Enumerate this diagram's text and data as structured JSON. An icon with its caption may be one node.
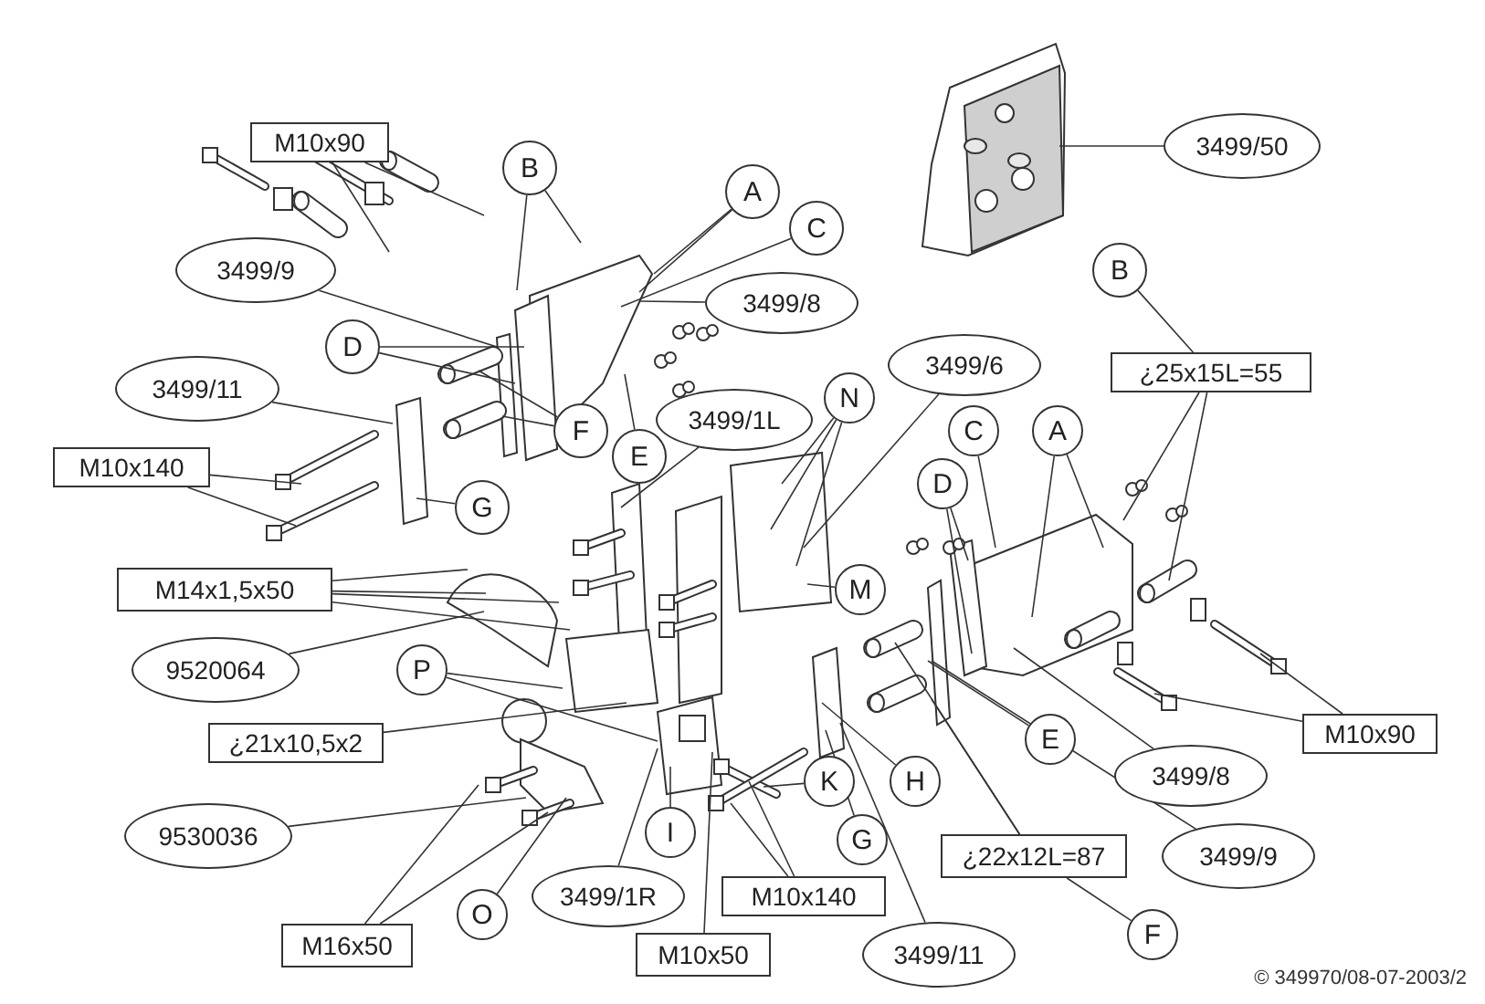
{
  "diagram": {
    "nodes": [
      {
        "text": [
          "M10x90"
        ]
      },
      {
        "text": [
          "B"
        ]
      },
      {
        "text": [
          "A"
        ]
      },
      {
        "text": [
          "C"
        ]
      },
      {
        "text": [
          "3499/9"
        ]
      },
      {
        "text": [
          "3499/8"
        ]
      },
      {
        "text": [
          "3499/50"
        ]
      },
      {
        "text": [
          "B"
        ]
      },
      {
        "text": [
          "D"
        ]
      },
      {
        "text": [
          "3499/6"
        ]
      },
      {
        "text": [
          "3499/11"
        ]
      },
      {
        "text": [
          "¿25x15L=55"
        ]
      },
      {
        "text": [
          "F"
        ]
      },
      {
        "text": [
          "E"
        ]
      },
      {
        "text": [
          "M10x140"
        ]
      },
      {
        "text": [
          "3499/1L"
        ]
      },
      {
        "text": [
          "N"
        ]
      },
      {
        "text": [
          "C"
        ]
      },
      {
        "text": [
          "A"
        ]
      },
      {
        "text": [
          "D"
        ]
      },
      {
        "text": [
          "G"
        ]
      },
      {
        "text": [
          "M"
        ]
      },
      {
        "text": [
          "M14x1,5x50"
        ]
      },
      {
        "text": [
          "9520064"
        ]
      },
      {
        "text": [
          "P"
        ]
      },
      {
        "text": [
          "¿21x10,5x2"
        ]
      },
      {
        "text": [
          "E"
        ]
      },
      {
        "text": [
          "3499/8"
        ]
      },
      {
        "text": [
          "M10x90"
        ]
      },
      {
        "text": [
          "H"
        ]
      },
      {
        "text": [
          "9530036"
        ]
      },
      {
        "text": [
          "I"
        ]
      },
      {
        "text": [
          "K"
        ]
      },
      {
        "text": [
          "G"
        ]
      },
      {
        "text": [
          "¿22x12L=87"
        ]
      },
      {
        "text": [
          "3499/9"
        ]
      },
      {
        "text": [
          "O"
        ]
      },
      {
        "text": [
          "3499/1R"
        ]
      },
      {
        "text": [
          "M10x140"
        ]
      },
      {
        "text": [
          "M16x50"
        ]
      },
      {
        "text": [
          "M10x50"
        ]
      },
      {
        "text": [
          "3499/11"
        ]
      },
      {
        "text": [
          "F"
        ]
      }
    ],
    "edges": [
      {
        "from": 0,
        "to": null,
        "arrow": "none"
      },
      {
        "from": 0,
        "to": null,
        "arrow": "none"
      },
      {
        "from": 1,
        "to": null,
        "arrow": "none"
      },
      {
        "from": 1,
        "to": null,
        "arrow": "none"
      },
      {
        "from": 2,
        "to": null,
        "arrow": "none"
      },
      {
        "from": 2,
        "to": null,
        "arrow": "none"
      },
      {
        "from": 3,
        "to": null,
        "arrow": "none"
      },
      {
        "from": 4,
        "to": null,
        "arrow": "none"
      },
      {
        "from": 5,
        "to": null,
        "arrow": "none"
      },
      {
        "from": 6,
        "to": null,
        "arrow": "none"
      },
      {
        "from": 7,
        "to": 11,
        "arrow": "none"
      },
      {
        "from": 8,
        "to": null,
        "arrow": "none"
      },
      {
        "from": 8,
        "to": null,
        "arrow": "none"
      },
      {
        "from": 9,
        "to": null,
        "arrow": "none"
      },
      {
        "from": 10,
        "to": null,
        "arrow": "none"
      },
      {
        "from": 11,
        "to": null,
        "arrow": "none"
      },
      {
        "from": 11,
        "to": null,
        "arrow": "none"
      },
      {
        "from": 12,
        "to": null,
        "arrow": "none"
      },
      {
        "from": 12,
        "to": null,
        "arrow": "none"
      },
      {
        "from": 13,
        "to": null,
        "arrow": "none"
      },
      {
        "from": 14,
        "to": null,
        "arrow": "none"
      },
      {
        "from": 14,
        "to": null,
        "arrow": "none"
      },
      {
        "from": 15,
        "to": null,
        "arrow": "none"
      },
      {
        "from": 16,
        "to": null,
        "arrow": "none"
      },
      {
        "from": 16,
        "to": null,
        "arrow": "none"
      },
      {
        "from": 16,
        "to": null,
        "arrow": "none"
      },
      {
        "from": 17,
        "to": null,
        "arrow": "none"
      },
      {
        "from": 18,
        "to": null,
        "arrow": "none"
      },
      {
        "from": 18,
        "to": null,
        "arrow": "none"
      },
      {
        "from": 19,
        "to": null,
        "arrow": "none"
      },
      {
        "from": 19,
        "to": null,
        "arrow": "none"
      },
      {
        "from": 20,
        "to": null,
        "arrow": "none"
      },
      {
        "from": 21,
        "to": null,
        "arrow": "none"
      },
      {
        "from": 22,
        "to": null,
        "arrow": "none"
      },
      {
        "from": 22,
        "to": null,
        "arrow": "none"
      },
      {
        "from": 22,
        "to": null,
        "arrow": "none"
      },
      {
        "from": 22,
        "to": null,
        "arrow": "none"
      },
      {
        "from": 23,
        "to": null,
        "arrow": "none"
      },
      {
        "from": 24,
        "to": null,
        "arrow": "none"
      },
      {
        "from": 24,
        "to": null,
        "arrow": "none"
      },
      {
        "from": 25,
        "to": null,
        "arrow": "none"
      },
      {
        "from": 26,
        "to": null,
        "arrow": "none"
      },
      {
        "from": 27,
        "to": null,
        "arrow": "none"
      },
      {
        "from": 28,
        "to": null,
        "arrow": "none"
      },
      {
        "from": 28,
        "to": null,
        "arrow": "none"
      },
      {
        "from": 29,
        "to": null,
        "arrow": "none"
      },
      {
        "from": 30,
        "to": null,
        "arrow": "none"
      },
      {
        "from": 31,
        "to": null,
        "arrow": "none"
      },
      {
        "from": 32,
        "to": null,
        "arrow": "none"
      },
      {
        "from": 33,
        "to": null,
        "arrow": "none"
      },
      {
        "from": 34,
        "to": null,
        "arrow": "none"
      },
      {
        "from": 34,
        "to": null,
        "arrow": "none"
      },
      {
        "from": 35,
        "to": null,
        "arrow": "none"
      },
      {
        "from": 36,
        "to": null,
        "arrow": "none"
      },
      {
        "from": 37,
        "to": null,
        "arrow": "none"
      },
      {
        "from": 38,
        "to": null,
        "arrow": "none"
      },
      {
        "from": 38,
        "to": null,
        "arrow": "none"
      },
      {
        "from": 39,
        "to": null,
        "arrow": "none"
      },
      {
        "from": 39,
        "to": null,
        "arrow": "none"
      },
      {
        "from": 40,
        "to": null,
        "arrow": "none"
      },
      {
        "from": 41,
        "to": null,
        "arrow": "none"
      },
      {
        "from": 42,
        "to": 34,
        "arrow": "none"
      }
    ],
    "labels": [
      "© 349970/08-07-2003/2"
    ]
  }
}
